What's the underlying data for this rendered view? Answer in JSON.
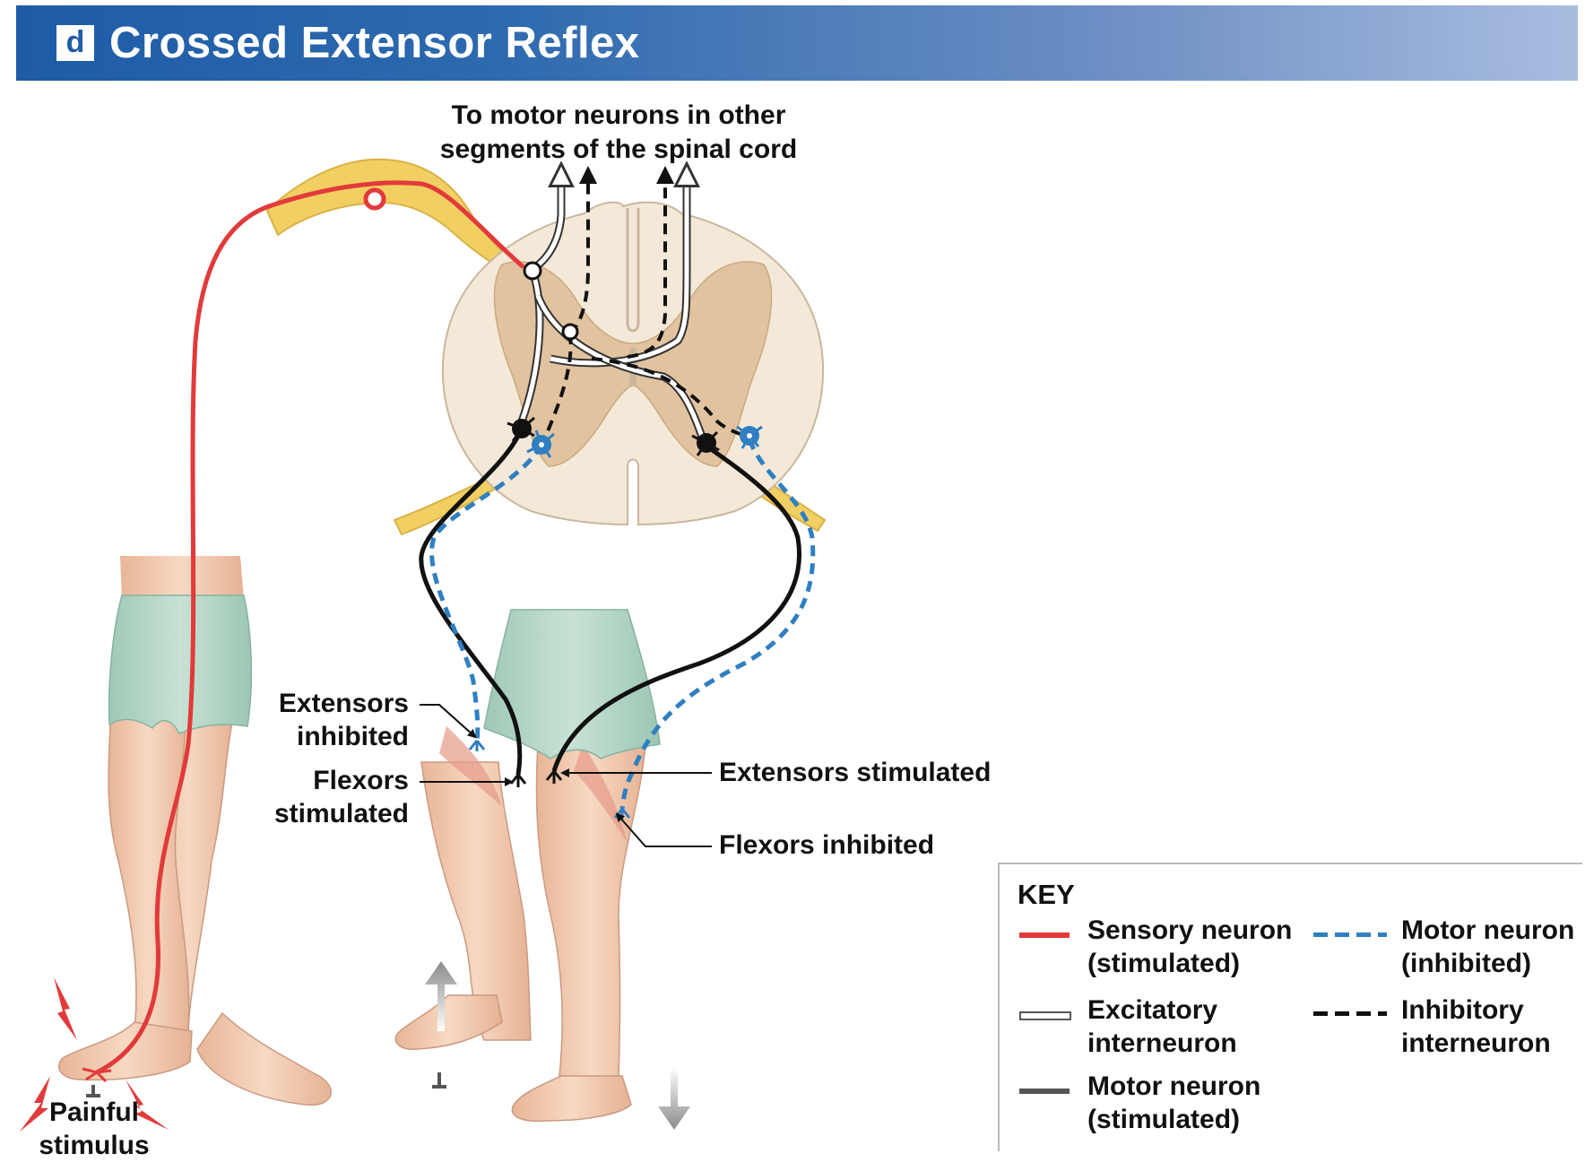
{
  "header": {
    "badge": "d",
    "title": "Crossed Extensor Reflex"
  },
  "labels": {
    "top_line1": "To motor neurons in other",
    "top_line2": "segments of the spinal cord",
    "ext_inhibited_1": "Extensors",
    "ext_inhibited_2": "inhibited",
    "flex_stimulated_1": "Flexors",
    "flex_stimulated_2": "stimulated",
    "ext_stimulated": "Extensors stimulated",
    "flex_inhibited": "Flexors inhibited",
    "painful_1": "Painful",
    "painful_2": "stimulus"
  },
  "key": {
    "title": "KEY",
    "items": [
      {
        "line1": "Sensory neuron",
        "line2": "(stimulated)",
        "style": "solid",
        "color": "#e23a3a"
      },
      {
        "line1": "Motor neuron",
        "line2": "(inhibited)",
        "style": "dashed",
        "color": "#2f7fc1"
      },
      {
        "line1": "Excitatory",
        "line2": "interneuron",
        "style": "hollow",
        "color": "#ffffff"
      },
      {
        "line1": "Inhibitory",
        "line2": "interneuron",
        "style": "dashed",
        "color": "#111111"
      },
      {
        "line1": "Motor neuron",
        "line2": "(stimulated)",
        "style": "solid",
        "color": "#555555"
      }
    ]
  },
  "colors": {
    "sensory": "#e23a3a",
    "motor_inhibited": "#2f7fc1",
    "motor_stimulated": "#111111",
    "header": "#1f5ca8",
    "skin": "#f3cfb6",
    "shorts": "#b9d8c8",
    "spinal_cord": "#f1e3cd",
    "ganglion": "#f3d36a"
  }
}
